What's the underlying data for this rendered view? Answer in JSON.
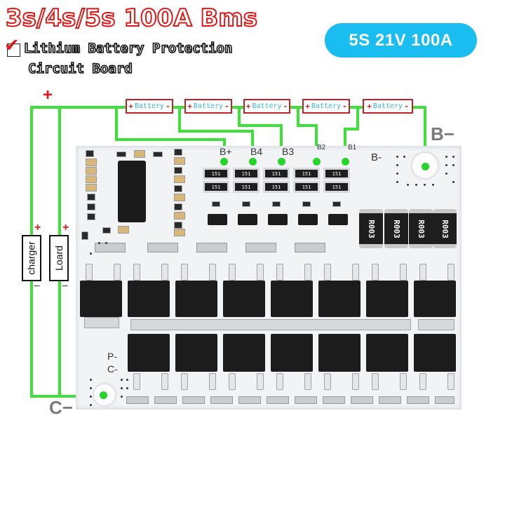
{
  "header": {
    "title": "3s/4s/5s 100A Bms",
    "subtitle_line1": "Lithium Battery Protection",
    "subtitle_line2": "Circuit Board",
    "badge": "5S 21V 100A"
  },
  "colors": {
    "title_red": "#e01818",
    "badge_cyan": "#19bdf0",
    "wire_green": "#3ee03a",
    "battery_border": "#c0222a",
    "battery_text": "#39b5dc"
  },
  "diagram": {
    "top_plus": "+",
    "batteries": [
      {
        "plus": "+",
        "label": "Battery",
        "minus": "-"
      },
      {
        "plus": "+",
        "label": "Battery",
        "minus": "-"
      },
      {
        "plus": "+",
        "label": "Battery",
        "minus": "-"
      },
      {
        "plus": "+",
        "label": "Battery",
        "minus": "-"
      },
      {
        "plus": "+",
        "label": "Battery",
        "minus": "-"
      }
    ],
    "b_minus_outer": "B−",
    "c_minus_outer": "C−",
    "charger": {
      "label": "charger",
      "plus": "+",
      "minus": "−"
    },
    "load": {
      "label": "Loard",
      "plus": "+",
      "minus": "−"
    }
  },
  "board": {
    "pad_labels": [
      "B+",
      "B4",
      "B3",
      "B2",
      "B1"
    ],
    "b_minus": "B-",
    "p_minus": "P-",
    "c_minus": "C-",
    "balance_resistor_code": "151",
    "shunt_code": "R003",
    "mosfet_top_count": 8,
    "mosfet_bottom_count": 7
  }
}
